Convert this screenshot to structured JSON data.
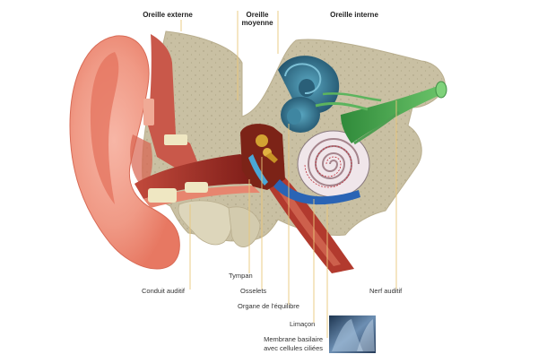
{
  "headers": {
    "outer": "Oreille externe",
    "middle_line1": "Oreille",
    "middle_line2": "moyenne",
    "inner": "Oreille interne"
  },
  "labels": {
    "ear_canal": "Conduit auditif",
    "eardrum": "Tympan",
    "ossicles": "Osselets",
    "balance_organ": "Organe de l'équilibre",
    "cochlea": "Limaçon",
    "basilar_line1": "Membrane basilaire",
    "basilar_line2": "avec cellules ciliées",
    "auditory_nerve": "Nerf auditif"
  },
  "colors": {
    "skin": "#f08e7c",
    "bone": "#c8bfa2",
    "canal": "#9e2a22",
    "cochlea": "#ece0e4",
    "vestibule": "#2f6f88",
    "nerve": "#3fa34a",
    "leader": "#e9c77a"
  }
}
